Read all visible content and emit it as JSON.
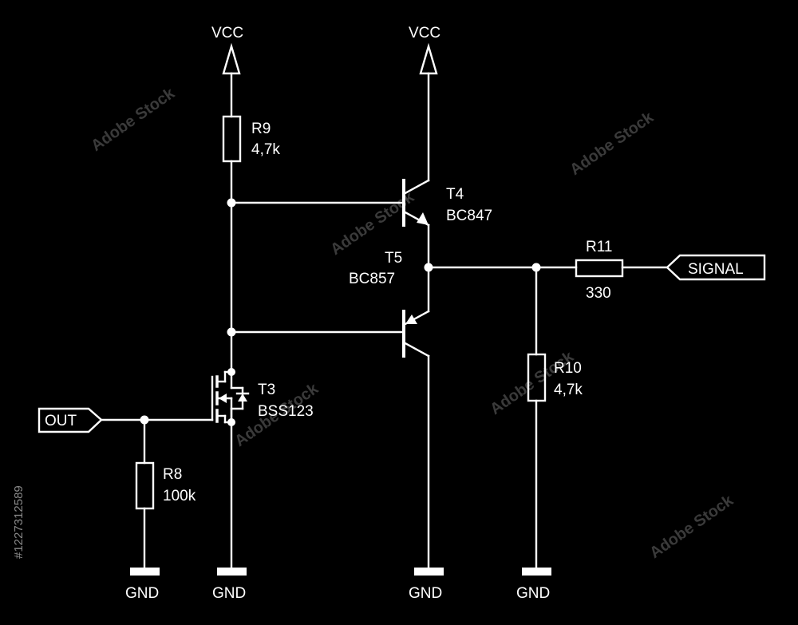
{
  "supply_labels": {
    "vcc_left": "VCC",
    "vcc_right": "VCC"
  },
  "ground_labels": {
    "gnd_r8": "GND",
    "gnd_t3": "GND",
    "gnd_t5": "GND",
    "gnd_r10": "GND"
  },
  "ports": {
    "out": "OUT",
    "signal": "SIGNAL"
  },
  "components": {
    "r9": {
      "ref": "R9",
      "value": "4,7k"
    },
    "r8": {
      "ref": "R8",
      "value": "100k"
    },
    "r10": {
      "ref": "R10",
      "value": "4,7k"
    },
    "r11": {
      "ref": "R11",
      "value": "330"
    },
    "t3": {
      "ref": "T3",
      "part": "BSS123"
    },
    "t4": {
      "ref": "T4",
      "part": "BC847"
    },
    "t5": {
      "ref": "T5",
      "part": "BC857"
    }
  },
  "watermark": {
    "brand": "Adobe Stock",
    "stock_id": "#1227312589"
  },
  "colors": {
    "background": "#000000",
    "lines": "#ffffff"
  }
}
